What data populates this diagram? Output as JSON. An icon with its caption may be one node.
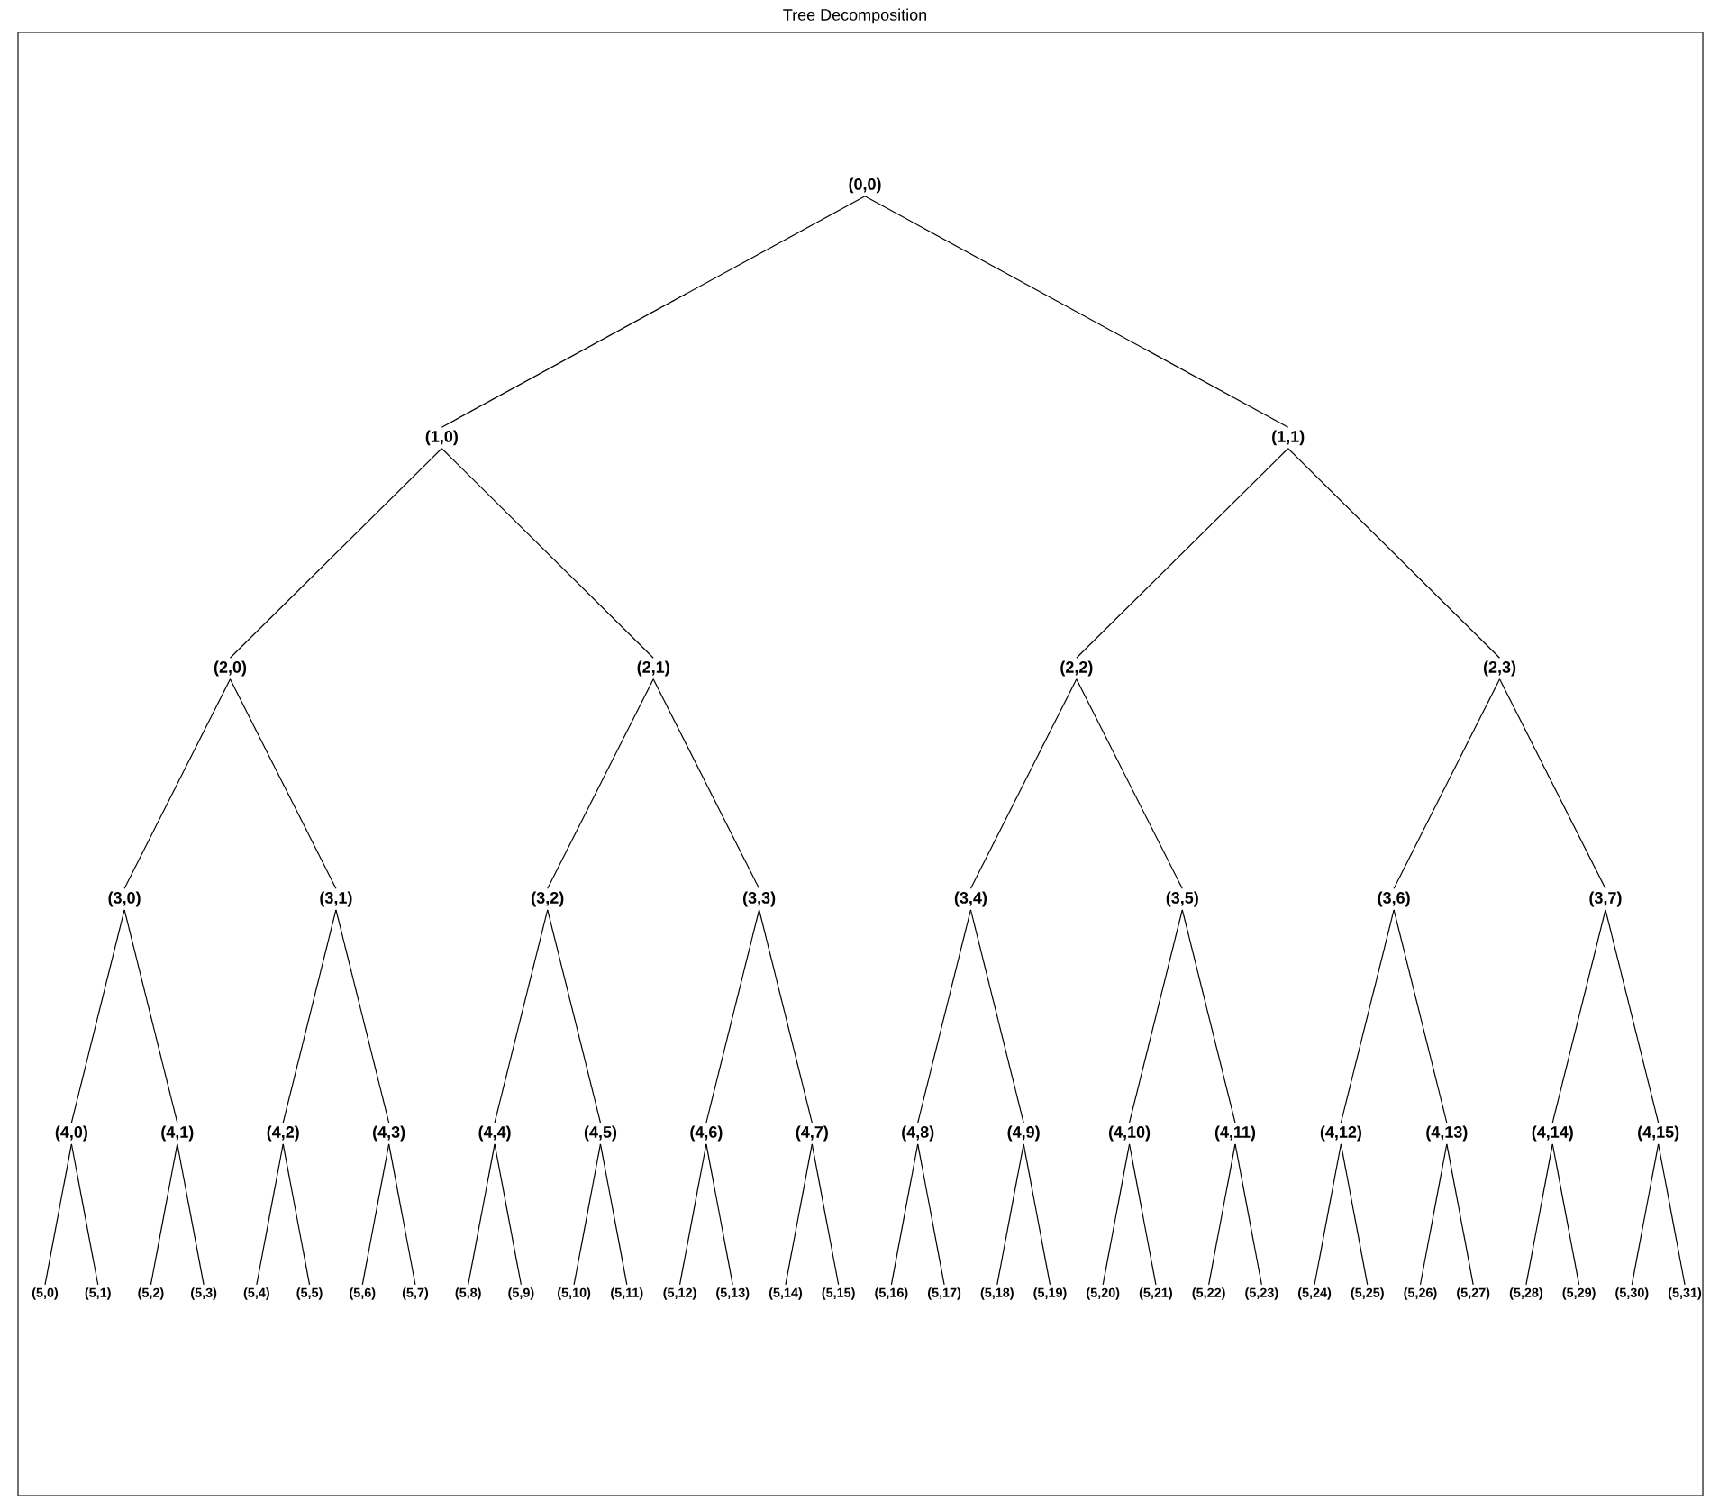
{
  "diagram": {
    "title": "Tree Decomposition",
    "nodes": [
      {
        "text": [
          "(0,0)"
        ]
      },
      {
        "text": [
          "(1,0)"
        ]
      },
      {
        "text": [
          "(1,1)"
        ]
      },
      {
        "text": [
          "(2,0)"
        ]
      },
      {
        "text": [
          "(2,1)"
        ]
      },
      {
        "text": [
          "(2,2)"
        ]
      },
      {
        "text": [
          "(2,3)"
        ]
      },
      {
        "text": [
          "(3,0)"
        ]
      },
      {
        "text": [
          "(3,1)"
        ]
      },
      {
        "text": [
          "(3,2)"
        ]
      },
      {
        "text": [
          "(3,3)"
        ]
      },
      {
        "text": [
          "(3,4)"
        ]
      },
      {
        "text": [
          "(3,5)"
        ]
      },
      {
        "text": [
          "(3,6)"
        ]
      },
      {
        "text": [
          "(3,7)"
        ]
      },
      {
        "text": [
          "(4,0)"
        ]
      },
      {
        "text": [
          "(4,1)"
        ]
      },
      {
        "text": [
          "(4,2)"
        ]
      },
      {
        "text": [
          "(4,3)"
        ]
      },
      {
        "text": [
          "(4,4)"
        ]
      },
      {
        "text": [
          "(4,5)"
        ]
      },
      {
        "text": [
          "(4,6)"
        ]
      },
      {
        "text": [
          "(4,7)"
        ]
      },
      {
        "text": [
          "(4,8)"
        ]
      },
      {
        "text": [
          "(4,9)"
        ]
      },
      {
        "text": [
          "(4,10)"
        ]
      },
      {
        "text": [
          "(4,11)"
        ]
      },
      {
        "text": [
          "(4,12)"
        ]
      },
      {
        "text": [
          "(4,13)"
        ]
      },
      {
        "text": [
          "(4,14)"
        ]
      },
      {
        "text": [
          "(4,15)"
        ]
      },
      {
        "text": [
          "(5,0)"
        ]
      },
      {
        "text": [
          "(5,1)"
        ]
      },
      {
        "text": [
          "(5,2)"
        ]
      },
      {
        "text": [
          "(5,3)"
        ]
      },
      {
        "text": [
          "(5,4)"
        ]
      },
      {
        "text": [
          "(5,5)"
        ]
      },
      {
        "text": [
          "(5,6)"
        ]
      },
      {
        "text": [
          "(5,7)"
        ]
      },
      {
        "text": [
          "(5,8)"
        ]
      },
      {
        "text": [
          "(5,9)"
        ]
      },
      {
        "text": [
          "(5,10)"
        ]
      },
      {
        "text": [
          "(5,11)"
        ]
      },
      {
        "text": [
          "(5,12)"
        ]
      },
      {
        "text": [
          "(5,13)"
        ]
      },
      {
        "text": [
          "(5,14)"
        ]
      },
      {
        "text": [
          "(5,15)"
        ]
      },
      {
        "text": [
          "(5,16)"
        ]
      },
      {
        "text": [
          "(5,17)"
        ]
      },
      {
        "text": [
          "(5,18)"
        ]
      },
      {
        "text": [
          "(5,19)"
        ]
      },
      {
        "text": [
          "(5,20)"
        ]
      },
      {
        "text": [
          "(5,21)"
        ]
      },
      {
        "text": [
          "(5,22)"
        ]
      },
      {
        "text": [
          "(5,23)"
        ]
      },
      {
        "text": [
          "(5,24)"
        ]
      },
      {
        "text": [
          "(5,25)"
        ]
      },
      {
        "text": [
          "(5,26)"
        ]
      },
      {
        "text": [
          "(5,27)"
        ]
      },
      {
        "text": [
          "(5,28)"
        ]
      },
      {
        "text": [
          "(5,29)"
        ]
      },
      {
        "text": [
          "(5,30)"
        ]
      },
      {
        "text": [
          "(5,31)"
        ]
      }
    ],
    "edges": [
      {
        "from": 0,
        "to": 1,
        "arrow": "none"
      },
      {
        "from": 0,
        "to": 2,
        "arrow": "none"
      },
      {
        "from": 1,
        "to": 3,
        "arrow": "none"
      },
      {
        "from": 1,
        "to": 4,
        "arrow": "none"
      },
      {
        "from": 2,
        "to": 5,
        "arrow": "none"
      },
      {
        "from": 2,
        "to": 6,
        "arrow": "none"
      },
      {
        "from": 3,
        "to": 7,
        "arrow": "none"
      },
      {
        "from": 3,
        "to": 8,
        "arrow": "none"
      },
      {
        "from": 4,
        "to": 9,
        "arrow": "none"
      },
      {
        "from": 4,
        "to": 10,
        "arrow": "none"
      },
      {
        "from": 5,
        "to": 11,
        "arrow": "none"
      },
      {
        "from": 5,
        "to": 12,
        "arrow": "none"
      },
      {
        "from": 6,
        "to": 13,
        "arrow": "none"
      },
      {
        "from": 6,
        "to": 14,
        "arrow": "none"
      },
      {
        "from": 7,
        "to": 15,
        "arrow": "none"
      },
      {
        "from": 7,
        "to": 16,
        "arrow": "none"
      },
      {
        "from": 8,
        "to": 17,
        "arrow": "none"
      },
      {
        "from": 8,
        "to": 18,
        "arrow": "none"
      },
      {
        "from": 9,
        "to": 19,
        "arrow": "none"
      },
      {
        "from": 9,
        "to": 20,
        "arrow": "none"
      },
      {
        "from": 10,
        "to": 21,
        "arrow": "none"
      },
      {
        "from": 10,
        "to": 22,
        "arrow": "none"
      },
      {
        "from": 11,
        "to": 23,
        "arrow": "none"
      },
      {
        "from": 11,
        "to": 24,
        "arrow": "none"
      },
      {
        "from": 12,
        "to": 25,
        "arrow": "none"
      },
      {
        "from": 12,
        "to": 26,
        "arrow": "none"
      },
      {
        "from": 13,
        "to": 27,
        "arrow": "none"
      },
      {
        "from": 13,
        "to": 28,
        "arrow": "none"
      },
      {
        "from": 14,
        "to": 29,
        "arrow": "none"
      },
      {
        "from": 14,
        "to": 30,
        "arrow": "none"
      },
      {
        "from": 15,
        "to": 31,
        "arrow": "none"
      },
      {
        "from": 15,
        "to": 32,
        "arrow": "none"
      },
      {
        "from": 16,
        "to": 33,
        "arrow": "none"
      },
      {
        "from": 16,
        "to": 34,
        "arrow": "none"
      },
      {
        "from": 17,
        "to": 35,
        "arrow": "none"
      },
      {
        "from": 17,
        "to": 36,
        "arrow": "none"
      },
      {
        "from": 18,
        "to": 37,
        "arrow": "none"
      },
      {
        "from": 18,
        "to": 38,
        "arrow": "none"
      },
      {
        "from": 19,
        "to": 39,
        "arrow": "none"
      },
      {
        "from": 19,
        "to": 40,
        "arrow": "none"
      },
      {
        "from": 20,
        "to": 41,
        "arrow": "none"
      },
      {
        "from": 20,
        "to": 42,
        "arrow": "none"
      },
      {
        "from": 21,
        "to": 43,
        "arrow": "none"
      },
      {
        "from": 21,
        "to": 44,
        "arrow": "none"
      },
      {
        "from": 22,
        "to": 45,
        "arrow": "none"
      },
      {
        "from": 22,
        "to": 46,
        "arrow": "none"
      },
      {
        "from": 23,
        "to": 47,
        "arrow": "none"
      },
      {
        "from": 23,
        "to": 48,
        "arrow": "none"
      },
      {
        "from": 24,
        "to": 49,
        "arrow": "none"
      },
      {
        "from": 24,
        "to": 50,
        "arrow": "none"
      },
      {
        "from": 25,
        "to": 51,
        "arrow": "none"
      },
      {
        "from": 25,
        "to": 52,
        "arrow": "none"
      },
      {
        "from": 26,
        "to": 53,
        "arrow": "none"
      },
      {
        "from": 26,
        "to": 54,
        "arrow": "none"
      },
      {
        "from": 27,
        "to": 55,
        "arrow": "none"
      },
      {
        "from": 27,
        "to": 56,
        "arrow": "none"
      },
      {
        "from": 28,
        "to": 57,
        "arrow": "none"
      },
      {
        "from": 28,
        "to": 58,
        "arrow": "none"
      },
      {
        "from": 29,
        "to": 59,
        "arrow": "none"
      },
      {
        "from": 29,
        "to": 60,
        "arrow": "none"
      },
      {
        "from": 30,
        "to": 61,
        "arrow": "none"
      },
      {
        "from": 30,
        "to": 62,
        "arrow": "none"
      }
    ]
  }
}
